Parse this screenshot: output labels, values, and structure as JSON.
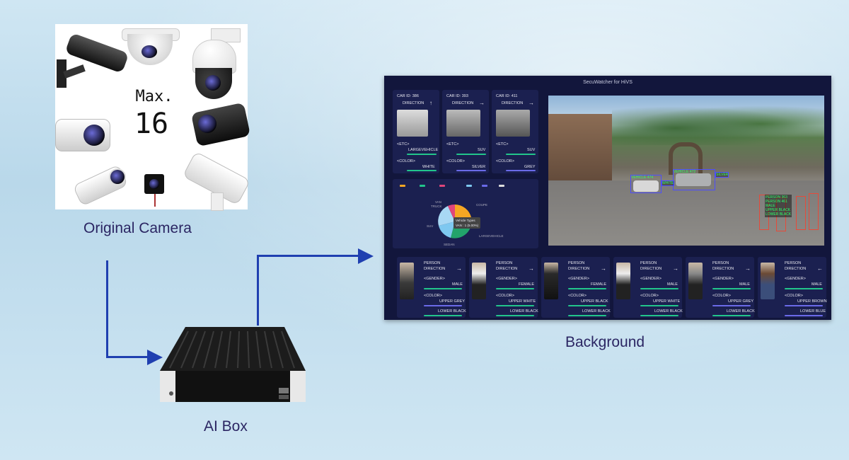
{
  "diagram": {
    "camera_max_label": "Max.",
    "camera_max_value": "16",
    "camera_label": "Original Camera",
    "ai_box_label": "AI Box",
    "background_label": "Background"
  },
  "dashboard": {
    "title": "SecuWatcher for HiVS",
    "car_cards": [
      {
        "id": "CAR ID: 386",
        "direction": "DIRECTION",
        "arrow": "↑",
        "etc_key": "<ETC>",
        "etc_val": "LARGEVEHICLE",
        "color_key": "<COLOR>",
        "color_val": "WHITE"
      },
      {
        "id": "CAR ID: 393",
        "direction": "DIRECTION",
        "arrow": "→",
        "etc_key": "<ETC>",
        "etc_val": "SUV",
        "color_key": "<COLOR>",
        "color_val": "SILVER"
      },
      {
        "id": "CAR ID: 411",
        "direction": "DIRECTION",
        "arrow": "→",
        "etc_key": "<ETC>",
        "etc_val": "SUV",
        "color_key": "<COLOR>",
        "color_val": "GREY"
      }
    ],
    "pie": {
      "labels": [
        "VAN",
        "TRUCK",
        "COUPE",
        "SUV",
        "SEDAN",
        "LARGEVEHICLE"
      ],
      "tooltip_title": "Vehicle Types",
      "tooltip_value": "VAN : 1 (5.00%)"
    },
    "detections": [
      "VEHICLE 474",
      "VEHICLE 472",
      "SILVER",
      "WHITE",
      "PERSON 363",
      "PERSON 461",
      "MALE",
      "UPPER BLACK",
      "LOWER BLACK"
    ],
    "person_cards": [
      {
        "title": "PERSON",
        "direction": "DIRECTION",
        "arrow": "→",
        "gender_key": "<GENDER>",
        "gender": "MALE",
        "color_key": "<COLOR>",
        "upper": "UPPER GREY",
        "lower": "LOWER BLACK"
      },
      {
        "title": "PERSON",
        "direction": "DIRECTION",
        "arrow": "→",
        "gender_key": "<GENDER>",
        "gender": "FEMALE",
        "color_key": "<COLOR>",
        "upper": "UPPER WHITE",
        "lower": "LOWER BLACK"
      },
      {
        "title": "PERSON",
        "direction": "DIRECTION",
        "arrow": "→",
        "gender_key": "<GENDER>",
        "gender": "FEMALE",
        "color_key": "<COLOR>",
        "upper": "UPPER BLACK",
        "lower": "LOWER BLACK"
      },
      {
        "title": "PERSON",
        "direction": "DIRECTION",
        "arrow": "→",
        "gender_key": "<GENDER>",
        "gender": "MALE",
        "color_key": "<COLOR>",
        "upper": "UPPER WHITE",
        "lower": "LOWER BLACK"
      },
      {
        "title": "PERSON",
        "direction": "DIRECTION",
        "arrow": "→",
        "gender_key": "<GENDER>",
        "gender": "MALE",
        "color_key": "<COLOR>",
        "upper": "UPPER GREY",
        "lower": "LOWER BLACK"
      },
      {
        "title": "PERSON",
        "direction": "DIRECTION",
        "arrow": "←",
        "gender_key": "<GENDER>",
        "gender": "MALE",
        "color_key": "<COLOR>",
        "upper": "UPPER BROWN",
        "lower": "LOWER BLUE"
      }
    ]
  },
  "colors": {
    "arrow": "#1f3fb0",
    "label_text": "#2b2663",
    "dashboard_bg": "#12163c",
    "card_bg": "#1b2050",
    "bar_green": "#22c58b",
    "bar_purple": "#6a6ae8"
  }
}
